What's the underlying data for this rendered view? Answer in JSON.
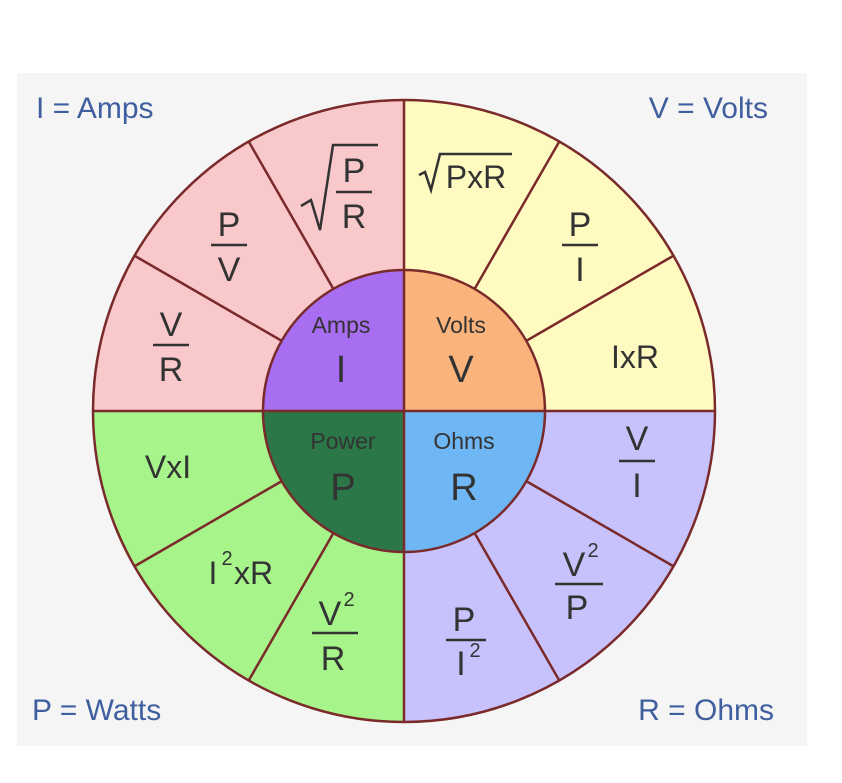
{
  "labels": {
    "top_left": "I = Amps",
    "top_right": "V = Volts",
    "bottom_left": "P = Watts",
    "bottom_right": "R = Ohms"
  },
  "colors": {
    "amps_outer": "#f9c8cb",
    "volts_outer": "#fffbc0",
    "ohms_outer": "#c7c2fb",
    "power_outer": "#a6f48a",
    "amps_inner": "#a86ef2",
    "volts_inner": "#fab37b",
    "ohms_inner": "#6fb6f5",
    "power_inner": "#2b7748",
    "lines": "#7a2a2a",
    "text": "#333333",
    "corner_text": "#3f5f9e",
    "panel": "#f5f5f5"
  },
  "center": {
    "amps": {
      "name": "Amps",
      "symbol": "I"
    },
    "volts": {
      "name": "Volts",
      "symbol": "V"
    },
    "power": {
      "name": "Power",
      "symbol": "P"
    },
    "ohms": {
      "name": "Ohms",
      "symbol": "R"
    }
  },
  "formulas": {
    "amps_sqrt_numerator": "P",
    "amps_sqrt_denominator": "R",
    "amps_p_over_v_num": "P",
    "amps_p_over_v_den": "V",
    "amps_v_over_r_num": "V",
    "amps_v_over_r_den": "R",
    "volts_sqrt_text": "PxR",
    "volts_p_over_i_num": "P",
    "volts_p_over_i_den": "I",
    "volts_ixr": "IxR",
    "ohms_v_over_i_num": "V",
    "ohms_v_over_i_den": "I",
    "ohms_v2_over_p_num": "V",
    "ohms_v2_over_p_exp": "2",
    "ohms_v2_over_p_den": "P",
    "ohms_p_over_i2_num": "P",
    "ohms_p_over_i2_den": "I",
    "ohms_p_over_i2_exp": "2",
    "power_vxi": "VxI",
    "power_i2xr_base": "I",
    "power_i2xr_exp": "2",
    "power_i2xr_rest": "xR",
    "power_v2_over_r_num": "V",
    "power_v2_over_r_exp": "2",
    "power_v2_over_r_den": "R"
  }
}
